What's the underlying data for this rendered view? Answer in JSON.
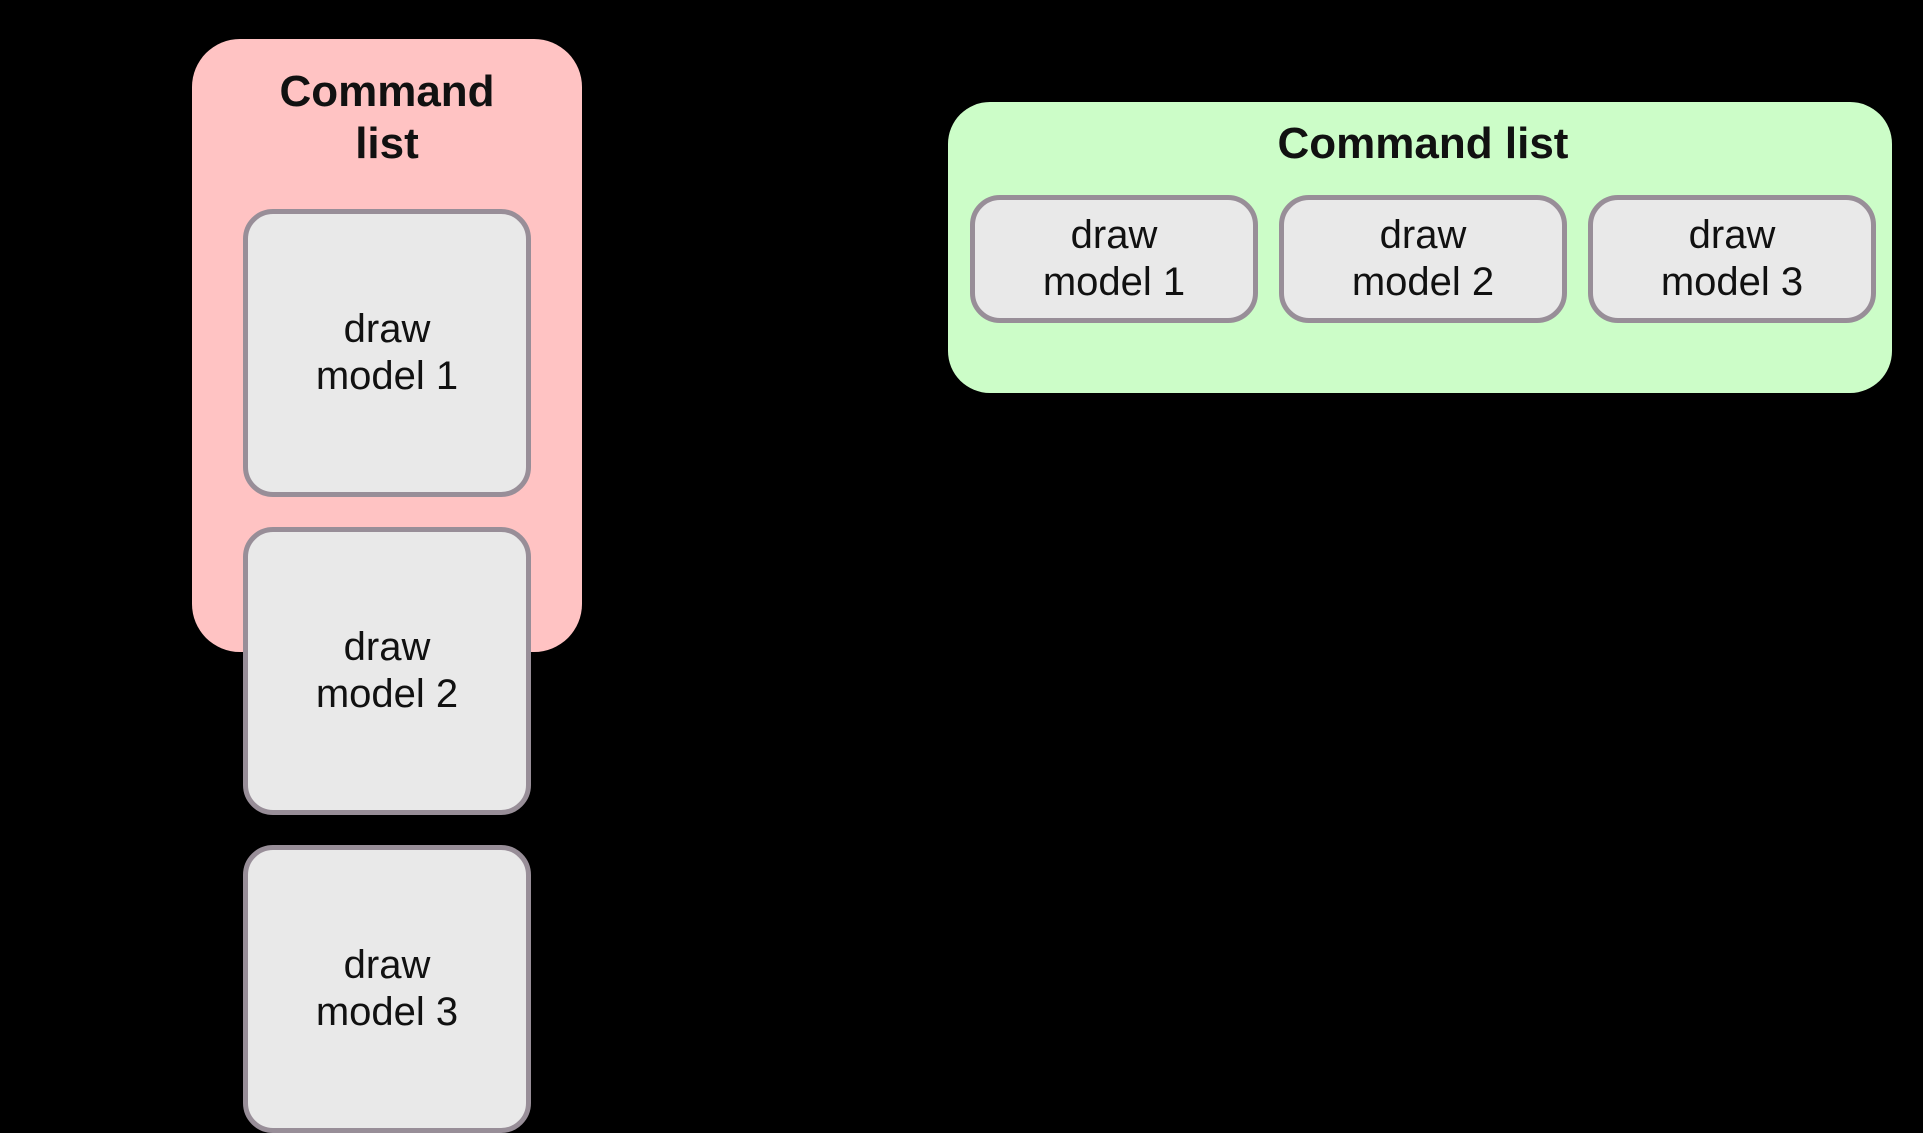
{
  "colors": {
    "bg": "#000000",
    "panel-vertical": "#ffc3c3",
    "panel-horizontal": "#ccfdc8",
    "box-fill": "#e9e9e9",
    "box-border": "#988e98",
    "text": "#111111"
  },
  "panels": [
    {
      "title": "Command list",
      "orientation": "vertical",
      "commands": [
        {
          "label": "draw\nmodel 1"
        },
        {
          "label": "draw\nmodel 2"
        },
        {
          "label": "draw\nmodel 3"
        }
      ]
    },
    {
      "title": "Command list",
      "orientation": "horizontal",
      "commands": [
        {
          "label": "draw\nmodel 1"
        },
        {
          "label": "draw\nmodel 2"
        },
        {
          "label": "draw\nmodel 3"
        }
      ]
    }
  ]
}
